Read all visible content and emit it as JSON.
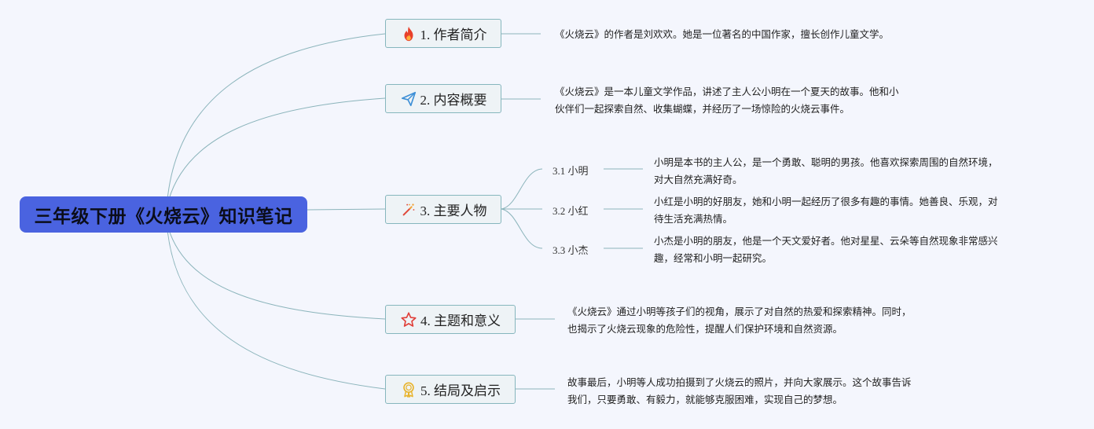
{
  "root": {
    "title": "三年级下册《火烧云》知识笔记"
  },
  "topics": [
    {
      "label": "1. 作者简介",
      "icon": "fire-icon",
      "note": "《火烧云》的作者是刘欢欢。她是一位著名的中国作家，擅长创作儿童文学。"
    },
    {
      "label": "2. 内容概要",
      "icon": "paper-plane-icon",
      "note_lines": [
        "《火烧云》是一本儿童文学作品，讲述了主人公小明在一个夏天的故事。他和小",
        "伙伴们一起探索自然、收集蝴蝶，并经历了一场惊险的火烧云事件。"
      ]
    },
    {
      "label": "3. 主要人物",
      "icon": "magic-wand-icon",
      "subs": [
        {
          "label": "3.1 小明",
          "note_lines": [
            "小明是本书的主人公，是一个勇敢、聪明的男孩。他喜欢探索周围的自然环境，",
            "对大自然充满好奇。"
          ]
        },
        {
          "label": "3.2 小红",
          "note_lines": [
            "小红是小明的好朋友，她和小明一起经历了很多有趣的事情。她善良、乐观，对",
            "待生活充满热情。"
          ]
        },
        {
          "label": "3.3 小杰",
          "note_lines": [
            "小杰是小明的朋友，他是一个天文爱好者。他对星星、云朵等自然现象非常感兴",
            "趣，经常和小明一起研究。"
          ]
        }
      ]
    },
    {
      "label": "4. 主题和意义",
      "icon": "star-icon",
      "note_lines": [
        "《火烧云》通过小明等孩子们的视角，展示了对自然的热爱和探索精神。同时，",
        "也揭示了火烧云现象的危险性，提醒人们保护环境和自然资源。"
      ]
    },
    {
      "label": "5. 结局及启示",
      "icon": "medal-icon",
      "note_lines": [
        "故事最后，小明等人成功拍摄到了火烧云的照片，并向大家展示。这个故事告诉",
        "我们，只要勇敢、有毅力，就能够克服困难，实现自己的梦想。"
      ]
    }
  ],
  "colors": {
    "root_fill": "#4a63e0",
    "topic_border": "#86b6bd",
    "line": "#8bb4bb",
    "background": "#f4f6fd"
  }
}
